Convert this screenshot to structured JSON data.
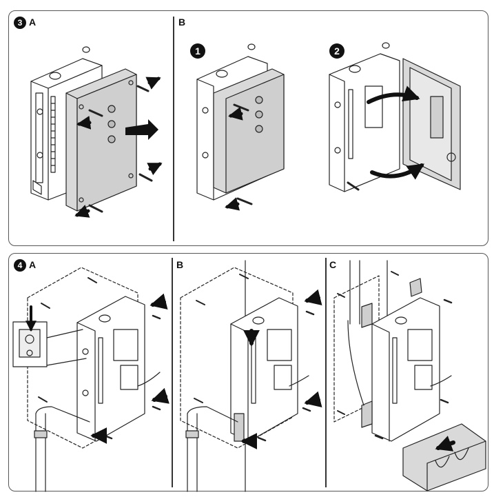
{
  "steps": [
    {
      "number": "3",
      "panels": [
        {
          "letter": "A"
        },
        {
          "letter": "B",
          "substeps": [
            "1",
            "2"
          ]
        }
      ]
    },
    {
      "number": "4",
      "panels": [
        {
          "letter": "A"
        },
        {
          "letter": "B"
        },
        {
          "letter": "C"
        }
      ]
    }
  ],
  "colors": {
    "box_fill": "#ffffff",
    "cover_fill": "#d9d9d9",
    "cover_dark": "#9e9e9e",
    "line": "#222222",
    "arrow": "#111111",
    "pipe": "#cfcfcf"
  },
  "icons": [
    "arrow-icon",
    "screw-icon",
    "curved-arrow-icon",
    "wall-plug-icon",
    "conduit-icon"
  ]
}
